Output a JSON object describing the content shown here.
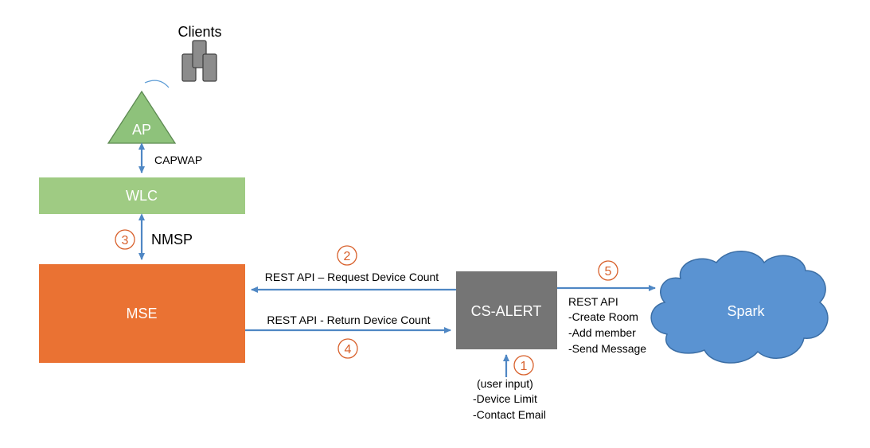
{
  "clients": {
    "label": "Clients"
  },
  "ap": {
    "label": "AP",
    "color": "#8ec27b"
  },
  "capwap": {
    "label": "CAPWAP"
  },
  "wlc": {
    "label": "WLC",
    "color": "#9fcb83"
  },
  "nmsp": {
    "label": "NMSP"
  },
  "mse": {
    "label": "MSE",
    "color": "#ea7233"
  },
  "cs_alert": {
    "label": "CS-ALERT",
    "color": "#757575"
  },
  "spark": {
    "label": "Spark",
    "color": "#5a93d2"
  },
  "arrow_color": "#4f87c4",
  "step_color": "#d8602b",
  "steps": [
    "1",
    "2",
    "3",
    "4",
    "5"
  ],
  "request_label": "REST API – Request Device Count",
  "return_label": "REST API - Return Device Count",
  "user_input": {
    "lines": [
      "(user input)",
      "-Device Limit",
      "-Contact Email"
    ]
  },
  "spark_api": {
    "lines": [
      "REST API",
      "-Create Room",
      "-Add member",
      "-Send Message"
    ]
  }
}
